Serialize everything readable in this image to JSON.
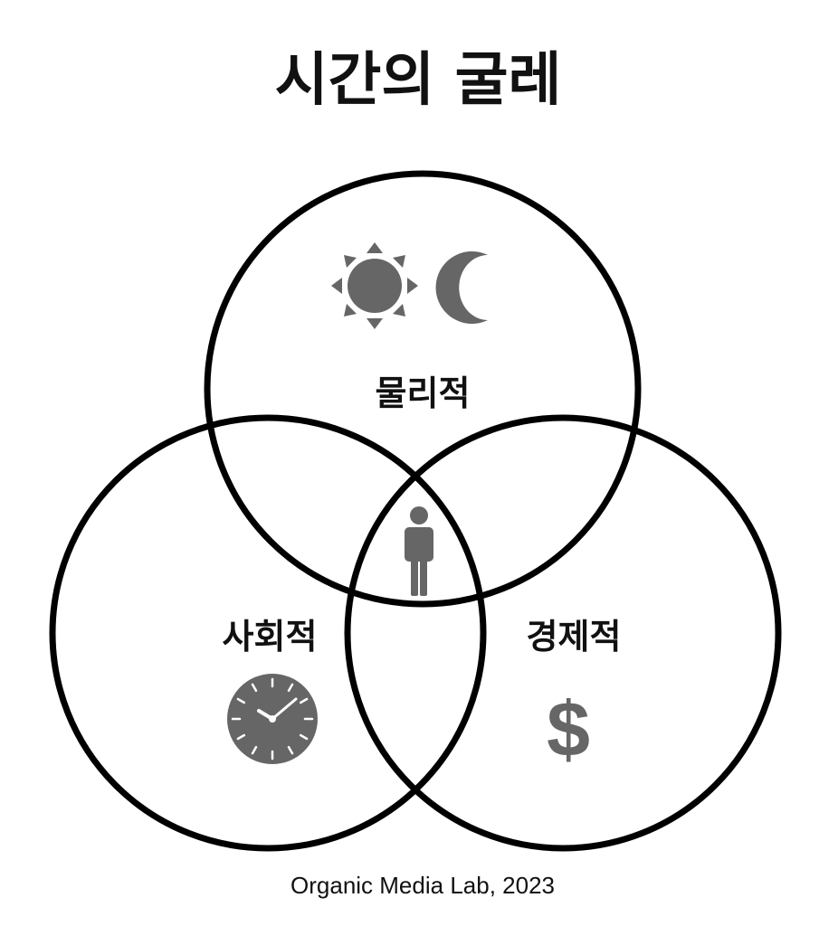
{
  "title": "시간의 굴레",
  "circles": {
    "physical": {
      "label": "물리적",
      "icons": [
        "sun-icon",
        "moon-icon"
      ]
    },
    "social": {
      "label": "사회적",
      "icon": "clock-icon"
    },
    "economic": {
      "label": "경제적",
      "icon": "dollar-icon",
      "glyph": "$"
    }
  },
  "center": {
    "icon": "person-icon"
  },
  "credit": "Organic Media Lab, 2023",
  "colors": {
    "stroke": "#000000",
    "icon_fill": "#666666",
    "text": "#111111",
    "background": "#ffffff"
  }
}
